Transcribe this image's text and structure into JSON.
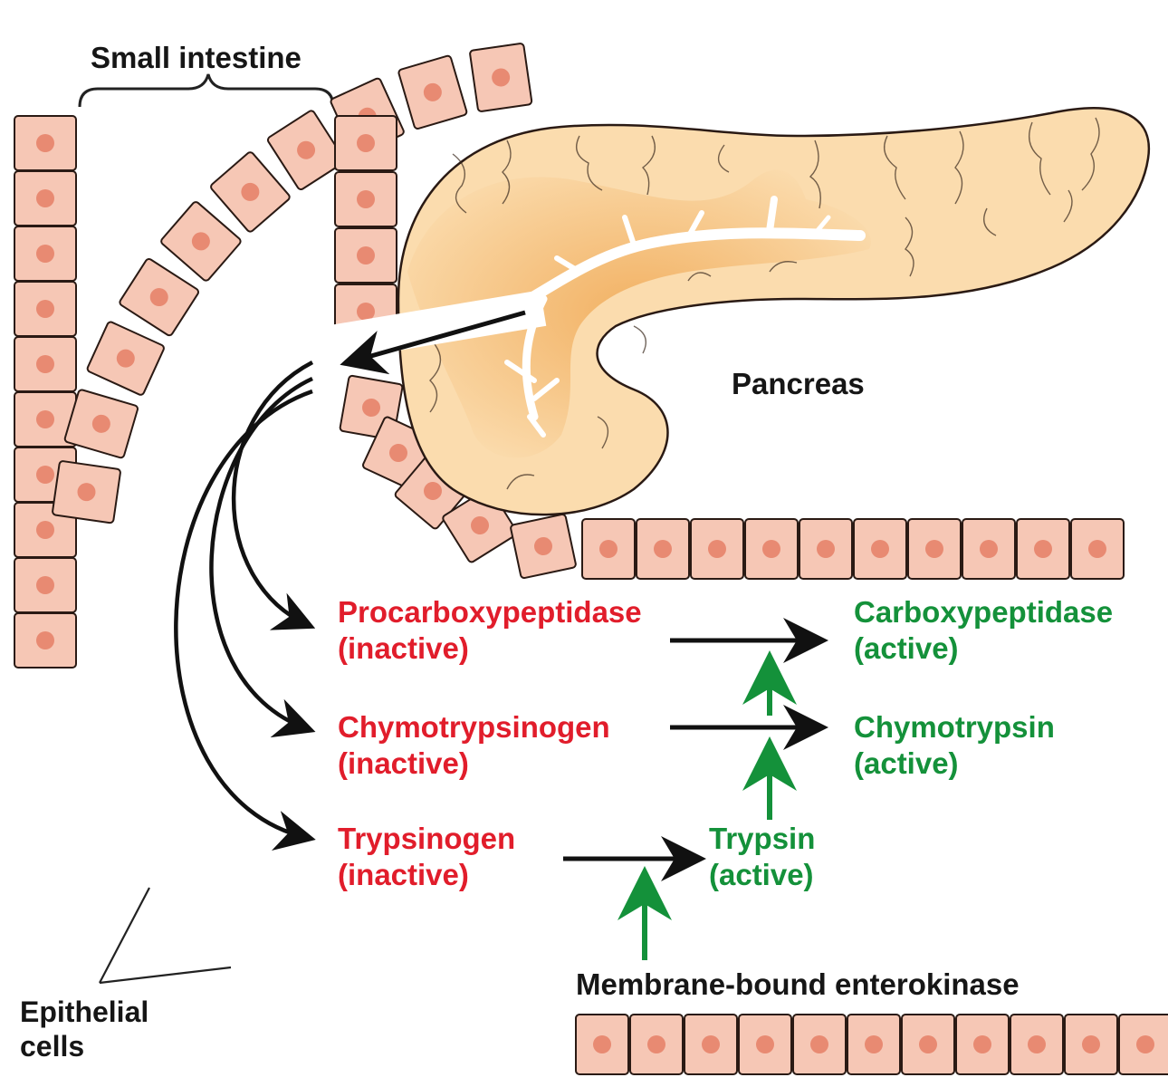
{
  "labels": {
    "small_intestine": "Small intestine",
    "pancreas": "Pancreas",
    "epithelial_line1": "Epithelial",
    "epithelial_line2": "cells",
    "enterokinase": "Membrane-bound enterokinase"
  },
  "inactive": {
    "procarboxypeptidase": "Procarboxypeptidase",
    "chymotrypsinogen": "Chymotrypsinogen",
    "trypsinogen": "Trypsinogen",
    "state": "(inactive)"
  },
  "active": {
    "carboxypeptidase": "Carboxypeptidase",
    "chymotrypsin": "Chymotrypsin",
    "trypsin": "Trypsin",
    "state": "(active)"
  },
  "colors": {
    "inactive": "#e11d2b",
    "active": "#14913a",
    "cell_fill": "#f6c7b5",
    "nucleus": "#e88a72",
    "pancreas_fill": "#fbdcae",
    "pancreas_duct_shade": "#f3b46a"
  }
}
